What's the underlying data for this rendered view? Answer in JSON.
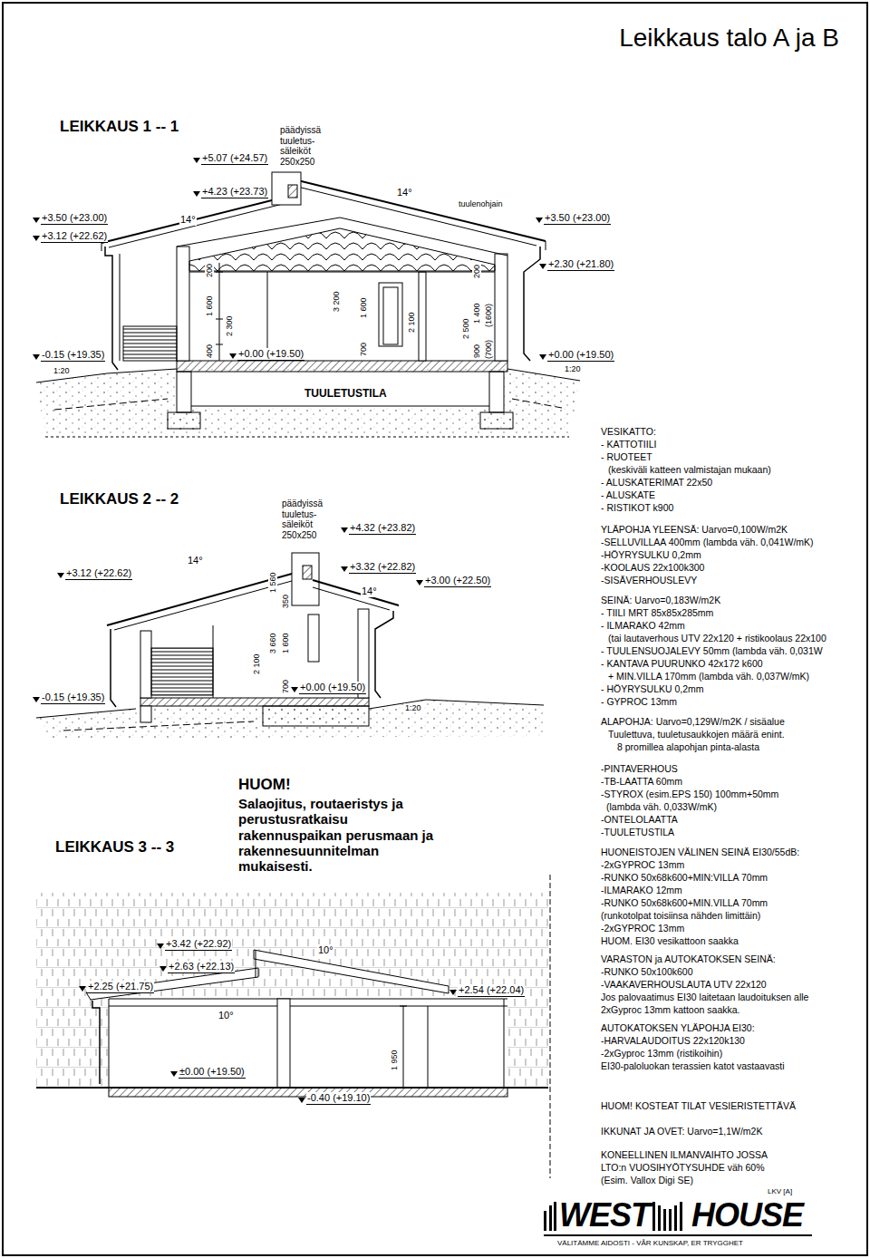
{
  "diagram": {
    "title": "Leikkaus talo A ja B",
    "labels": [
      "LEIKKAUS 1 -- 1",
      "päädyissä tuuletus- säleiköt 250x250",
      "+5.07 (+24.57)",
      "+4.23 (+23.73)",
      "14°",
      "tuulenohjain",
      "+3.50 (+23.00)",
      "14°",
      "+3.12 (+22.62)",
      "+3.50 (+23.00)",
      "+2.30 (+21.80)",
      "200",
      "1 600",
      "2 300",
      "400",
      "3 200",
      "1 600",
      "700",
      "2 100",
      "2 500",
      "200",
      "1 400",
      "(1600)",
      "900",
      "(700)",
      "-0.15 (+19.35)",
      "1:20",
      "+0.00 (+19.50)",
      "+0.00 (+19.50)",
      "1:20",
      "TUULETUSTILA",
      "LEIKKAUS 2 -- 2",
      "päädyissä tuuletus- säleiköt 250x250",
      "+4.32 (+23.82)",
      "14°",
      "+3.12 (+22.62)",
      "+3.32 (+22.82)",
      "14°",
      "+3.00 (+22.50)",
      "1 560",
      "350",
      "3 660",
      "1 600",
      "2 100",
      "700",
      "-0.15 (+19.35)",
      "+0.00 (+19.50)",
      "1:20",
      "HUOM!",
      "Salaojitus, routaeristys ja perustusratkaisu rakennuspaikan perusmaan ja rakennesuunnitelman mukaisesti.",
      "LEIKKAUS 3 -- 3",
      "+3.42 (+22.92)",
      "+2.63 (+22.13)",
      "10°",
      "+2.25 (+21.75)",
      "+2.54 (+22.04)",
      "10°",
      "1 950",
      "±0.00 (+19.50)",
      "-0.40 (+19.10)",
      "VESIKATTO:",
      "- KATTOTIILI",
      "- RUOTEET",
      "(keskiväli katteen valmistajan mukaan)",
      "- ALUSKATERIMAT 22x50",
      "- ALUSKATE",
      "- RISTIKOT k900",
      "YLÄPOHJA YLEENSÄ: Uarvo=0,100W/m2K",
      "-SELLUVILLAA 400mm (lambda väh. 0,041W/mK)",
      "-HÖYRYSULKU 0,2mm",
      "-KOOLAUS 22x100k300",
      "-SISÄVERHOUSLEVY",
      "SEINÄ: Uarvo=0,183W/m2K",
      "- TIILI MRT 85x85x285mm",
      "- ILMARAKO 42mm",
      "(tai lautaverhous UTV 22x120 + ristikoolaus 22x100",
      "- TUULENSUOJALEVY 50mm (lambda väh. 0,031W",
      "- KANTAVA PUURUNKO 42x172 k600",
      "+ MIN.VILLA 170mm (lambda väh. 0,037W/mK)",
      "- HÖYRYSULKU 0,2mm",
      "- GYPROC 13mm",
      "ALAPOHJA: Uarvo=0,129W/m2K / sisäalue",
      "Tuulettuva, tuuletusaukkojen määrä enint.",
      "8 promillea alapohjan pinta-alasta",
      "-PINTAVERHOUS",
      "-TB-LAATTA 60mm",
      "-STYROX (esim.EPS 150) 100mm+50mm",
      "(lambda väh. 0,033W/mK)",
      "-ONTELOLAATTA",
      "-TUULETUSTILA",
      "HUONEISTOJEN VÄLINEN SEINÄ EI30/55dB:",
      "-2xGYPROC 13mm",
      "-RUNKO 50x68k600+MIN:VILLA 70mm",
      "-ILMARAKO 12mm",
      "-RUNKO 50x68k600+MIN.VILLA 70mm",
      "(runkotolpat toisiinsa nähden limittäin)",
      "-2xGYPROC 13mm",
      "HUOM. EI30 vesikattoon saakka",
      "VARASTON ja AUTOKATOKSEN SEINÄ:",
      "-RUNKO 50x100k600",
      "-VAAKAVERHOUSLAUTA UTV 22x120",
      "Jos palovaatimus EI30 laitetaan laudoituksen alle",
      "2xGyproc 13mm kattoon saakka.",
      "AUTOKATOKSEN YLÄPOHJA EI30:",
      "-HARVALAUDOITUS 22x120k130",
      "-2xGyproc 13mm (ristikoihin)",
      "EI30-paloluokan terassien katot vastaavasti",
      "HUOM! KOSTEAT TILAT VESIERISTETTÄVÄ",
      "IKKUNAT JA OVET: Uarvo=1,1W/m2K",
      "KONEELLINEN ILMANVAIHTO JOSSA",
      "LTO:n VUOSIHYÖTYSUHDE väh 60%",
      "(Esim. Vallox Digi SE)",
      "WEST",
      "HOUSE",
      "LKV [A]",
      "VÄLITÄMME AIDOSTI - VÅR KUNSKAP, ER TRYGGHET"
    ]
  }
}
